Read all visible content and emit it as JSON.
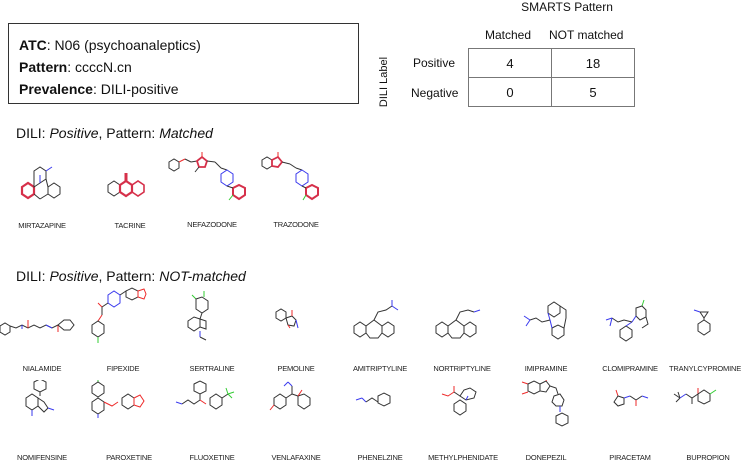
{
  "info_box": {
    "atc_label": "ATC",
    "atc_value": ": N06 (psychoanaleptics)",
    "pattern_label": "Pattern",
    "pattern_value": ": ccccN.cn",
    "prevalence_label": "Prevalence",
    "prevalence_value": ": DILI-positive"
  },
  "contingency": {
    "title": "SMARTS Pattern",
    "row_axis_label": "DILI Label",
    "col_headers": [
      "Matched",
      "NOT matched"
    ],
    "row_headers": [
      "Positive",
      "Negative"
    ],
    "cells": [
      [
        "4",
        "18"
      ],
      [
        "0",
        "5"
      ]
    ]
  },
  "sections": [
    {
      "prefix": "DILI: ",
      "dili": "Positive",
      "middle": ", Pattern: ",
      "pattern": "Matched",
      "molecules": [
        "MIRTAZAPINE",
        "TACRINE",
        "NEFAZODONE",
        "TRAZODONE"
      ]
    },
    {
      "prefix": "DILI: ",
      "dili": "Positive",
      "middle": ", Pattern: ",
      "pattern": "NOT-matched",
      "molecules": [
        "NIALAMIDE",
        "FIPEXIDE",
        "SERTRALINE",
        "PEMOLINE",
        "AMITRIPTYLINE",
        "NORTRIPTYLINE",
        "IMIPRAMINE",
        "CLOMIPRAMINE",
        "TRANYLCYPROMINE",
        "NOMIFENSINE",
        "PAROXETINE",
        "FLUOXETINE",
        "VENLAFAXINE",
        "PHENELZINE",
        "METHYLPHENIDATE",
        "DONEPEZIL",
        "PIRACETAM",
        "BUPROPION"
      ]
    }
  ],
  "colors": {
    "bond": "#333333",
    "highlight": "#d6304a",
    "nitrogen": "#3a3aee",
    "oxygen": "#ee2a2a",
    "halogen": "#33cc33"
  }
}
